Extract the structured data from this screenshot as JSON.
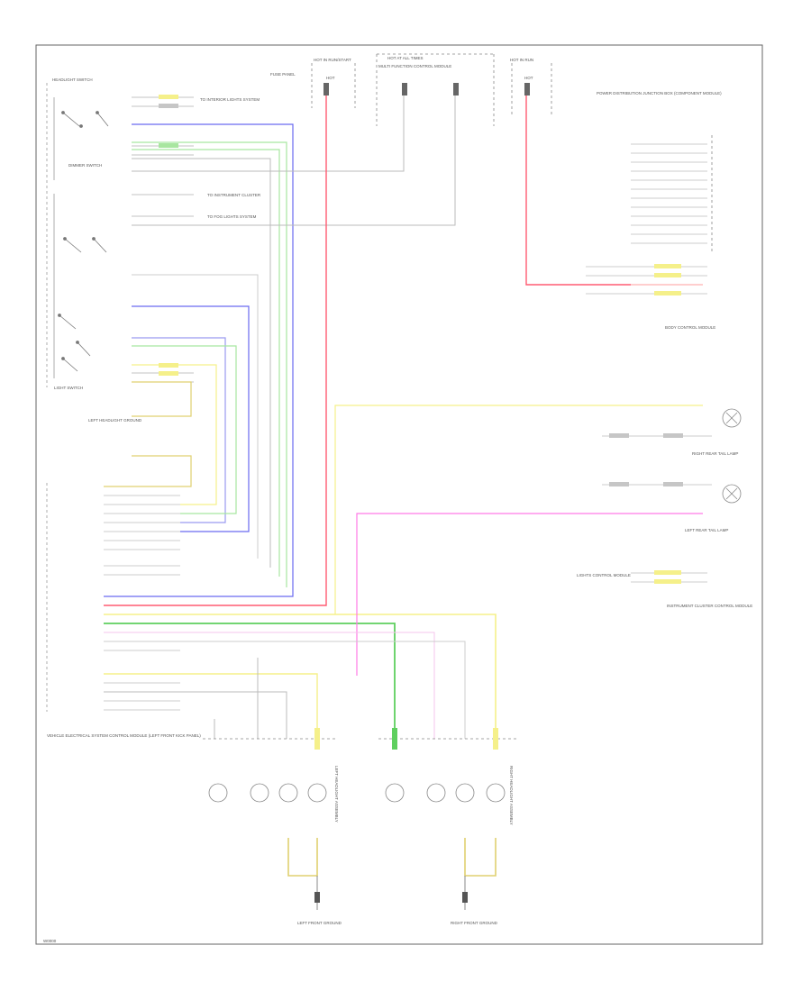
{
  "figure_code": "W0000",
  "colors": {
    "red": "#ff5c72",
    "pink": "#ff7ae6",
    "blue": "#6a6af0",
    "green": "#5fcf5f",
    "lightgreen": "#a8e6a0",
    "yellow": "#f5f08a",
    "grey": "#9a9a9a",
    "frame": "#555555"
  },
  "labels": {
    "fuse_panel": "FUSE PANEL",
    "fuse_top": "HOT IN RUN/START",
    "fuse_center": "HOT AT ALL TIMES",
    "fuse_right": "HOT IN RUN",
    "fuse_center_unit": "MULTI FUNCTION CONTROL MODULE",
    "light_switch_group": "HEADLIGHT SWITCH",
    "dimmer_switch": "DIMMER SWITCH",
    "to_interior": "TO INTERIOR LIGHTS SYSTEM",
    "to_instrument": "TO INSTRUMENT CLUSTER",
    "to_fog": "TO FOG LIGHTS SYSTEM",
    "light_switch": "LIGHT SWITCH",
    "left_lamp_ground": "LEFT HEADLIGHT GROUND",
    "vehicle_module": "VEHICLE ELECTRICAL SYSTEM CONTROL MODULE (LEFT FRONT KICK PANEL)",
    "module_block_right": "POWER DISTRIBUTION JUNCTION BOX (COMPONENT MODULE)",
    "right_rear_tail": "RIGHT REAR TAIL LAMP",
    "left_rear_tail": "LEFT REAR TAIL LAMP",
    "lights_control": "LIGHTS CONTROL MODULE",
    "instrument_cluster": "INSTRUMENT CLUSTER CONTROL MODULE",
    "left_headlight": "LEFT HEADLIGHT ASSEMBLY",
    "right_headlight": "RIGHT HEADLIGHT ASSEMBLY",
    "left_ground": "LEFT FRONT GROUND",
    "right_ground": "RIGHT FRONT GROUND",
    "hot_pin_a": "HOT",
    "hot_pin_b": "HOT",
    "block_b": "BODY CONTROL MODULE"
  }
}
